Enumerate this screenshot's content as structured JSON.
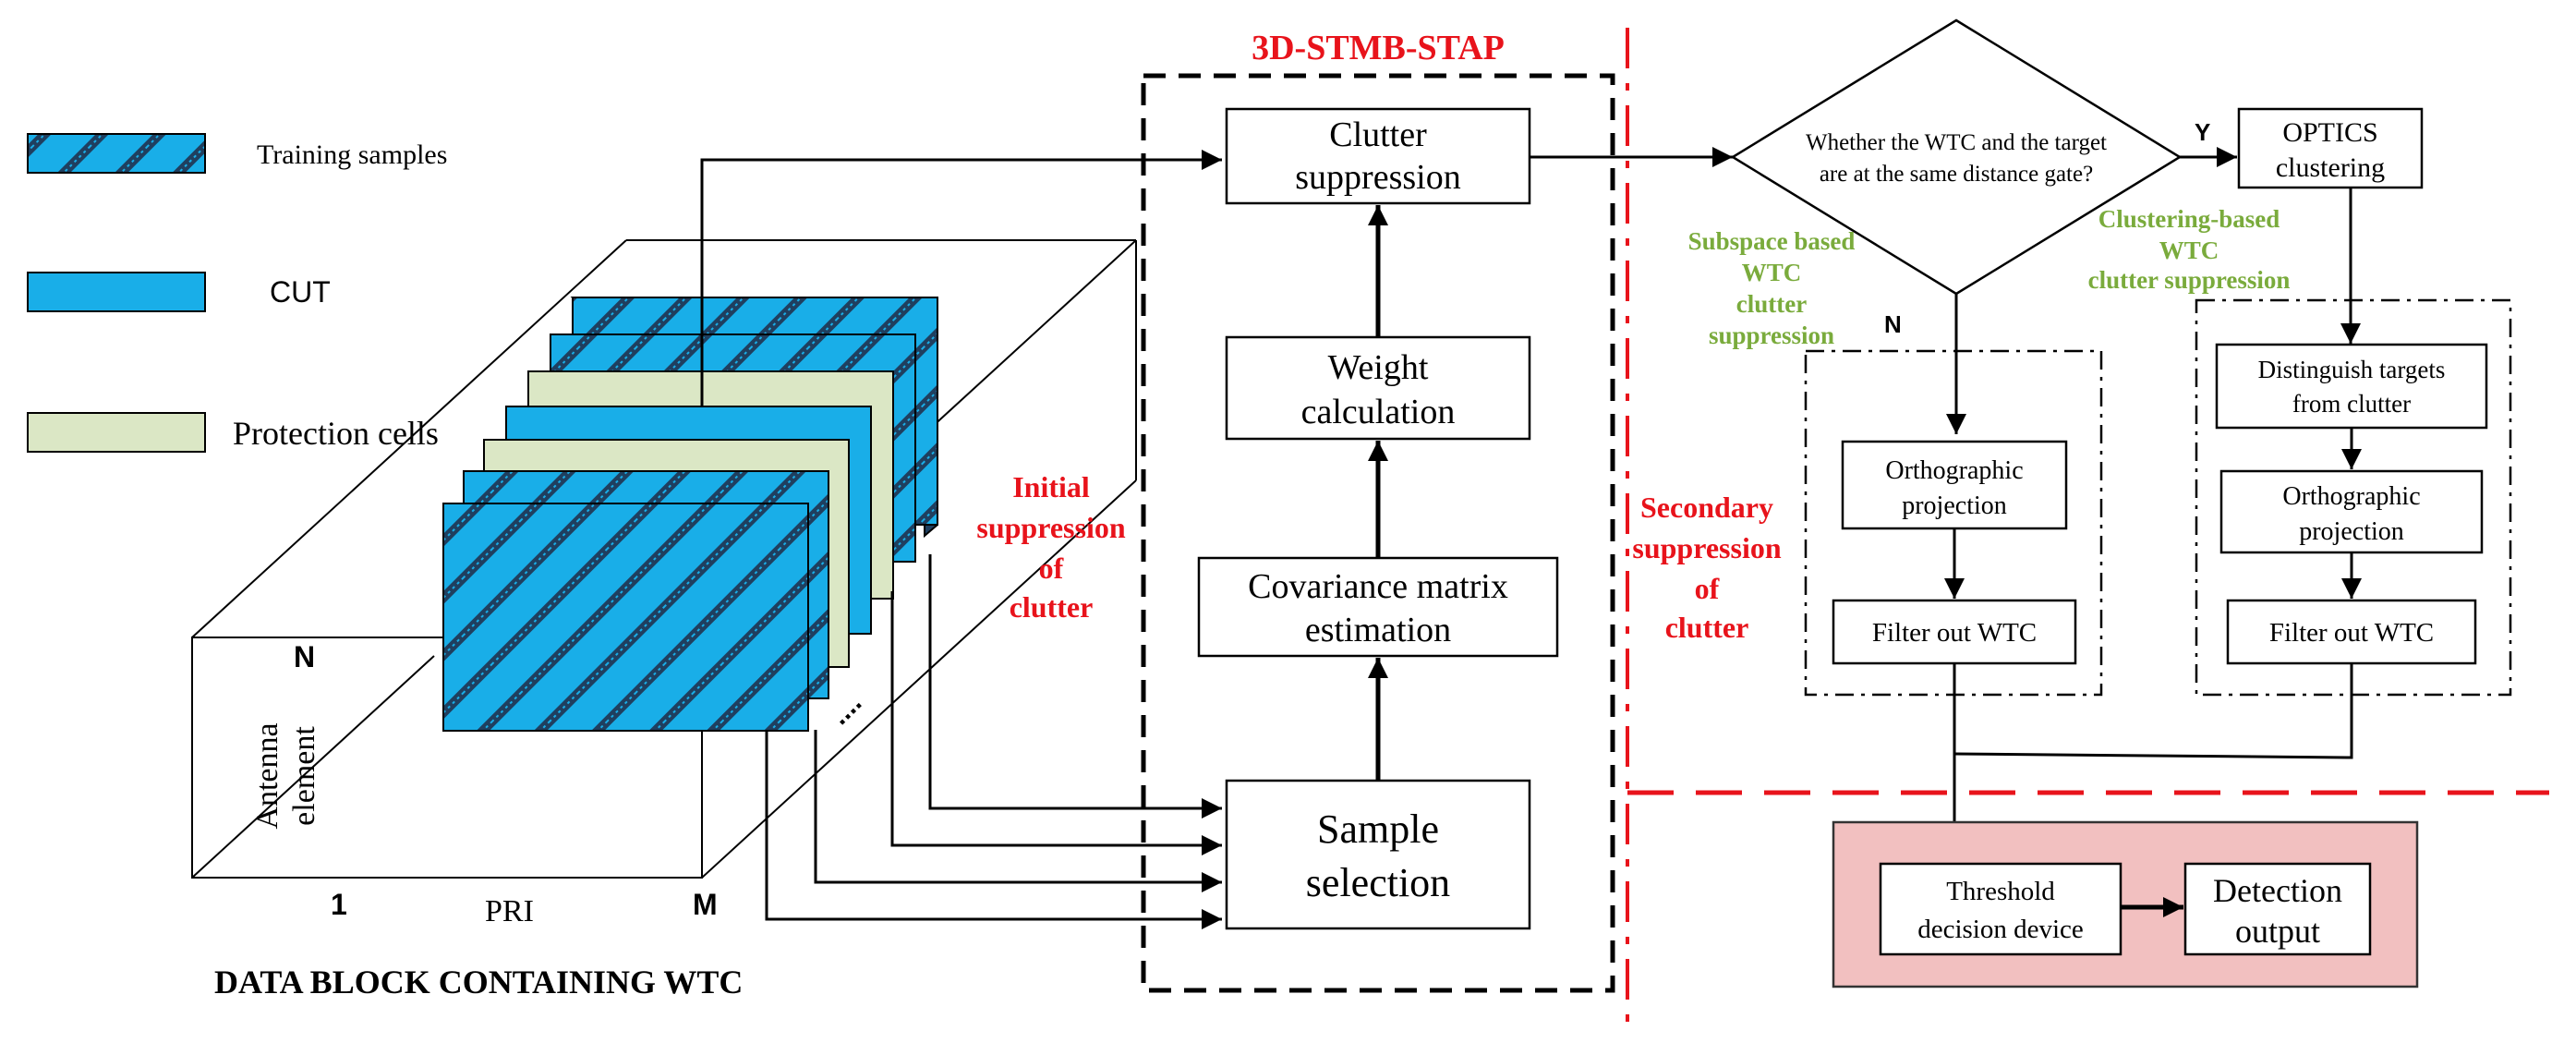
{
  "colors": {
    "red": "#e8131b",
    "green": "#7aab3c",
    "cut_blue": "#19aee8",
    "protection_green": "#dbe7c5",
    "detection_panel": "#f2c0c0",
    "detection_border": "#333333",
    "hatch_dark": "#1f3f5f"
  },
  "legend": {
    "training": "Training samples",
    "cut": "CUT",
    "protection": "Protection cells"
  },
  "cube": {
    "axis_n": "N",
    "axis_one": "1",
    "axis_m": "M",
    "axis_pri": "PRI",
    "axis_antenna_1": "Antenna",
    "axis_antenna_2": "element",
    "ellipsis": "....",
    "caption": "DATA BLOCK CONTAINING WTC"
  },
  "stap": {
    "title": "3D-STMB-STAP",
    "clutter_suppression_1": "Clutter",
    "clutter_suppression_2": "suppression",
    "weight_1": "Weight",
    "weight_2": "calculation",
    "covariance_1": "Covariance matrix",
    "covariance_2": "estimation",
    "sample_1": "Sample",
    "sample_2": "selection"
  },
  "initial": {
    "line1": "Initial",
    "line2": "suppression",
    "line3": "of",
    "line4": "clutter"
  },
  "secondary": {
    "line1": "Secondary",
    "line2": "suppression",
    "line3": "of",
    "line4": "clutter"
  },
  "decision": {
    "question_1": "Whether the WTC and the target",
    "question_2": "are at the same distance gate?",
    "yes": "Y",
    "no": "N"
  },
  "optics": {
    "line1": "OPTICS",
    "line2": "clustering"
  },
  "subspace": {
    "line1": "Subspace based",
    "line2": "WTC",
    "line3": "clutter",
    "line4": "suppression"
  },
  "clustering_based": {
    "line1": "Clustering-based",
    "line2": "WTC",
    "line3": "clutter suppression"
  },
  "left_branch": {
    "ortho_1": "Orthographic",
    "ortho_2": "projection",
    "filter": "Filter out WTC"
  },
  "right_branch": {
    "distinguish_1": "Distinguish targets",
    "distinguish_2": "from clutter",
    "ortho_1": "Orthographic",
    "ortho_2": "projection",
    "filter": "Filter out WTC"
  },
  "detection": {
    "threshold_1": "Threshold",
    "threshold_2": "decision device",
    "output_1": "Detection",
    "output_2": "output"
  }
}
